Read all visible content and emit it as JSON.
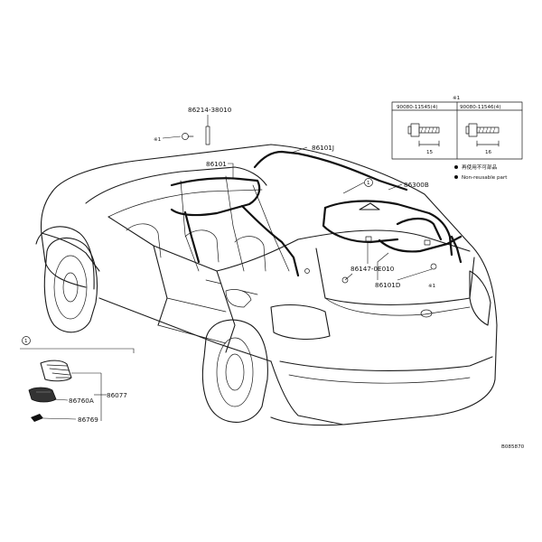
{
  "diagram": {
    "labels": {
      "p86214": "86214-38010",
      "p86101J": "86101J",
      "p86101": "86101",
      "p86300B": "86300B",
      "p86147": "86147-0E010",
      "p86101D": "86101D",
      "p86760A": "86760A",
      "p86769": "86769",
      "p86077": "86077",
      "ref_code": "B085870"
    },
    "markers": {
      "star_note": "※1",
      "star_small": "※1",
      "circle_one": "1",
      "circle_one_inset": "1"
    },
    "bolt_table": {
      "header_mark": "※1",
      "col1_part": "90080-11545(4)",
      "col2_part": "90080-11546(4)",
      "col1_dim": "15",
      "col2_dim": "16"
    },
    "legend": {
      "item1": "再使用不可部品",
      "item2": "Non-reusable part"
    }
  }
}
